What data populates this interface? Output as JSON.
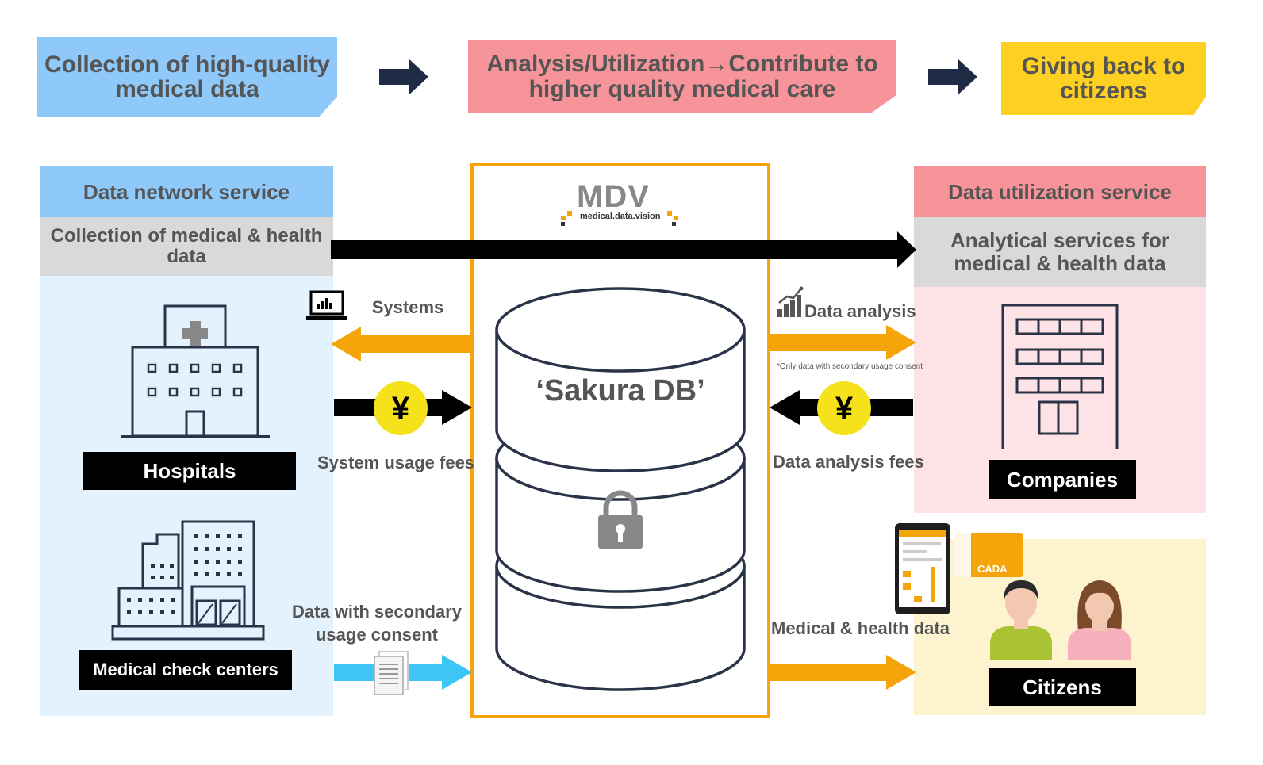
{
  "banners": {
    "collection": "Collection of high-quality medical data",
    "analysis": "Analysis/Utilization→Contribute to higher quality medical care",
    "giving": "Giving back to citizens"
  },
  "left_panel": {
    "title": "Data network service",
    "subtitle": "Collection of medical & health data",
    "hospitals": "Hospitals",
    "check_centers": "Medical check centers"
  },
  "right_panel": {
    "title": "Data utilization service",
    "subtitle": "Analytical services for medical & health data",
    "companies": "Companies",
    "citizens": "Citizens"
  },
  "center": {
    "logo_text": "MDV",
    "logo_sub": "medical.data.vision",
    "db_name": "‘Sakura DB’"
  },
  "flows": {
    "systems": "Systems",
    "system_fees": "System usage fees",
    "data_consent": "Data with secondary usage consent",
    "data_analysis": "Data analysis",
    "consent_note": "*Only data with secondary usage consent",
    "analysis_fees": "Data analysis fees",
    "medical_health": "Medical & health data",
    "yen": "¥",
    "card_text": "CADA"
  },
  "colors": {
    "blue": "#8ec9f9",
    "pink": "#f7949a",
    "yellow": "#fdd022",
    "orange": "#f5a50a",
    "navy": "#1d2b45",
    "light_blue_bg": "#e4f2fd",
    "light_pink_bg": "#fde3e5",
    "light_yellow_bg": "#fdf4cf",
    "gray": "#d9d9d9"
  }
}
